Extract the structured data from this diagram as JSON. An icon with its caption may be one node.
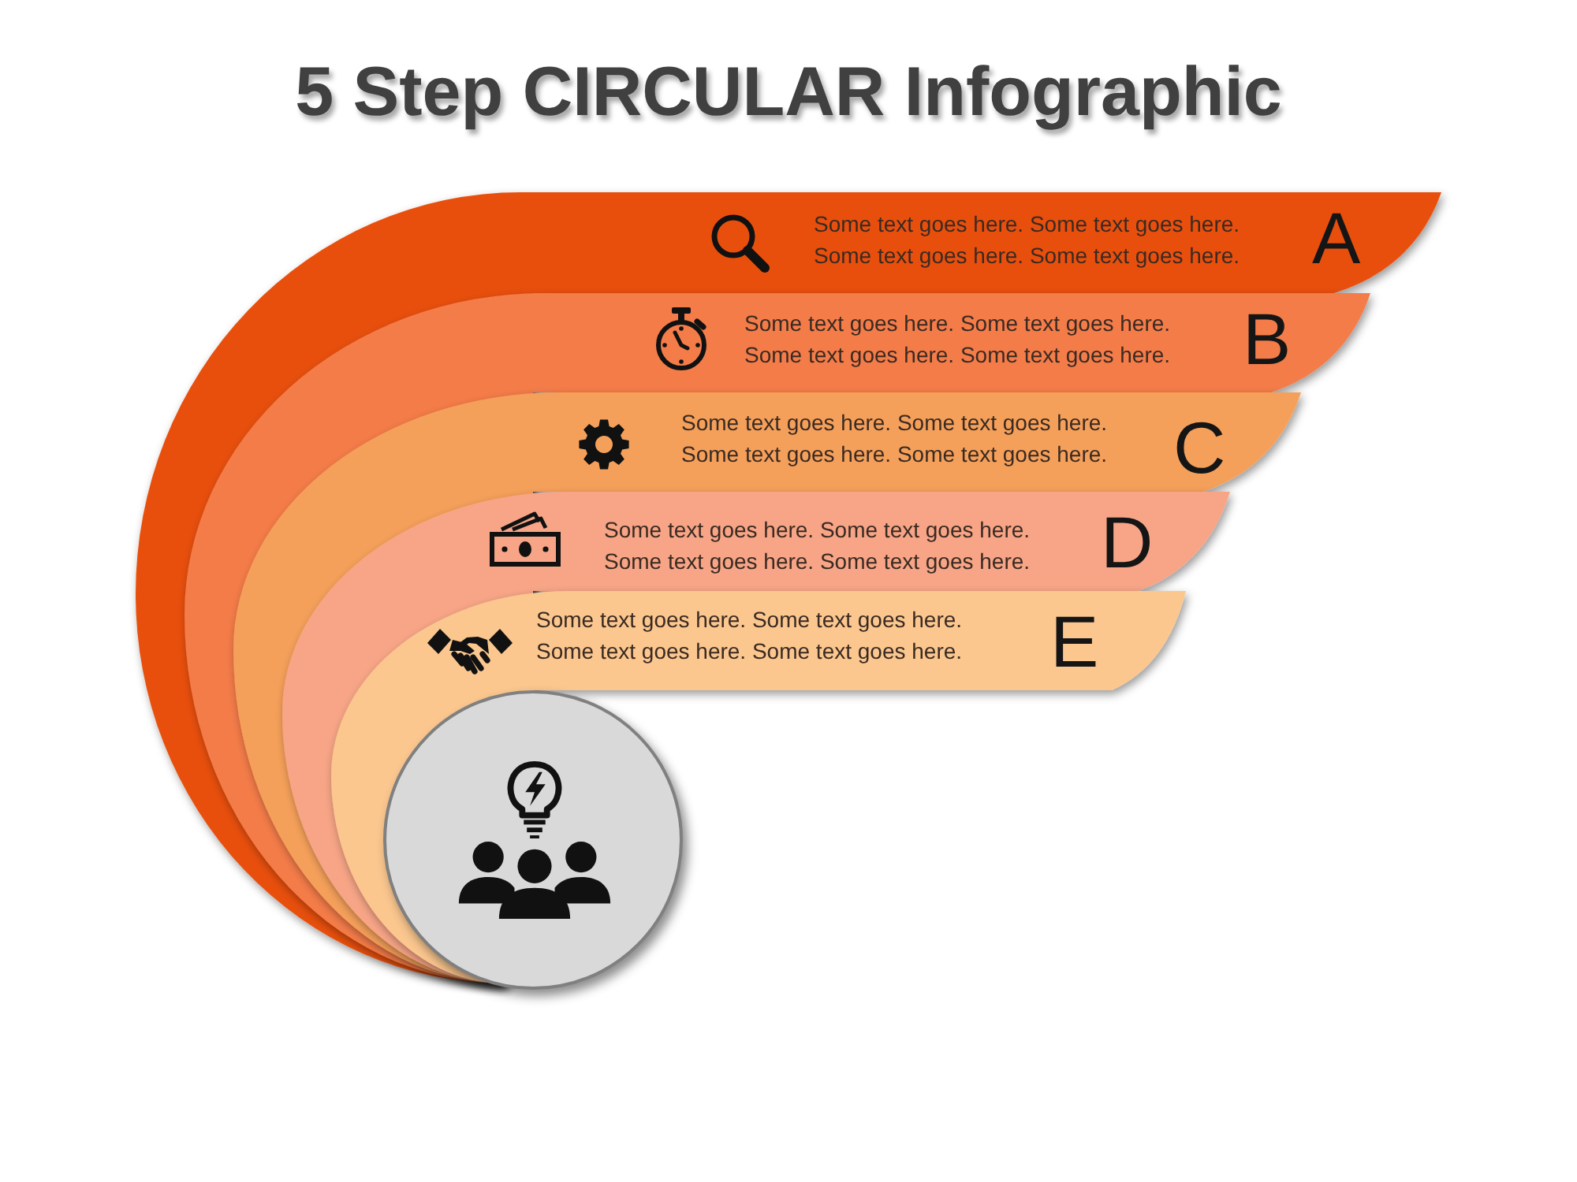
{
  "diagram": {
    "title": "5 Step CIRCULAR Infographic",
    "nodes": [
      {
        "text": [
          "Some text goes here. Some text goes here. Some text goes here. Some text goes here.",
          "A"
        ]
      },
      {
        "text": [
          "Some text goes here. Some text goes here. Some text goes here. Some text goes here.",
          "B"
        ]
      },
      {
        "text": [
          "Some text goes here. Some text goes here. Some text goes here. Some text goes here.",
          "C"
        ]
      },
      {
        "text": [
          "Some text goes here. Some text goes here. Some text goes here. Some text goes here.",
          "D"
        ]
      },
      {
        "text": [
          "Some text goes here. Some text goes here. Some text goes here. Some text goes here.",
          "E"
        ]
      },
      {
        "text": [],
        "shape": "circle"
      }
    ]
  }
}
